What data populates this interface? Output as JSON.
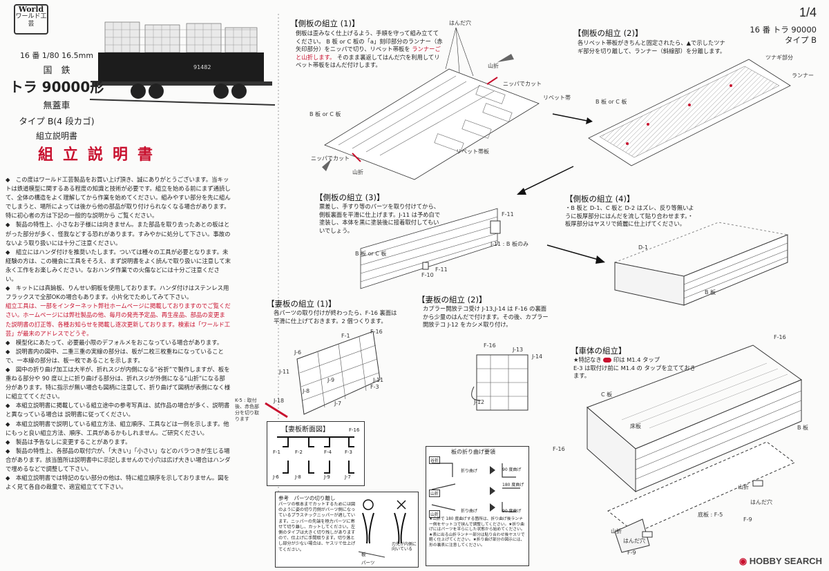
{
  "header": {
    "logo_top": "World",
    "logo_bottom": "ワールド工芸",
    "page": "1/4",
    "model_line1": "16 番 トラ 90000",
    "model_line2": "タイプ B"
  },
  "car": {
    "scale": "16 番 1/80 16.5mm",
    "railway": "国　鉄",
    "name": "トラ 90000形",
    "type": "無蓋車",
    "variant": "タイプ B(4 段カゴ)",
    "doc": "組立説明書",
    "number_plate": "91482"
  },
  "title": "組立説明書",
  "intro": [
    "◆　この度はワールド工芸製品をお買い上げ頂き、誠にありがとうございます。当キットは鉄道模型に関するある程度の知識と技術が必要です。組立を始める前にまず通読して、全体の構造をよく理解してから作業を始めてください。組みやすい部分を先に組んでしまうと、場所によっては後から他の部品が取り付けられなくなる場合があります。",
    "特に初心者の方は下記の一般的な説明から ご覧ください。",
    "◆　製品の特性上、小さなお子様には向きません。また部品を取り去ったあとの板はとがった部分が多く、怪我などする恐れがあります。すみやかに処分して下さい。事故のないよう取り扱いには十分ご注意ください。",
    "◆　組立にはハンダ付けを推奨いたします。ついては種々の工具が必要となります。未経験の方は、この機会に工具をそろえ、まず説明書をよく読んで取り扱いに注意して末永く工作をお楽しみください。なおハンダ作業での火傷などには十分ご注意ください。",
    "◆　キットには真鍮板、りんせい銅板を使用しております。ハンダ付けはステンレス用フラックスで全部OKの場合もあります。小片化でためしてみて下さい。",
    "組立工具は、一部をインターネット弊社ホームページに掲載しておりますのでご覧ください。ホームページには弊社製品の他、毎月の発売予定品、再生産品、部品の変更また説明書の訂正等、各種お知らせを掲載し逐次更新しております。検索は「ワールド工芸」が最末のアドレスでどうぞ。",
    "◆　模型化にあたって、必要最小限のデフォルメをおこなっている場合があります。",
    "◆　説明書内の図中、二重三重の実線の部分は、板が二枚三枚重ねになっていることで、一本線の部分は、板一枚であることを示します。",
    "◆　図中の折り曲げ加工は大半が、折れスジが内側になる“谷折”で製作しますが、板を重ねる部分や 90 度以上に折り曲げる部分は、折れスジが外側になる“山折”になる部分があります。特に指示が無い場合も図柄に注意して、折り曲げて図柄が表側になく様に組立ててください。",
    "◆　本組立説明書に掲載している組立途中の参考写真は、試作品の場合が多く、説明書と異なっている場合は 説明書に従ってください。",
    "◆　本組立説明書で説明している組立方法、組立順序、工具などは一例を示します。他にもっと良い組立方法、順序、工具があるかもしれません。ご研究ください。",
    "◆　製品は予告なしに変更することがあります。",
    "◆　製品の特性上、各部品の取付穴が、「大きい」「小さい」などのバラつきが生じる場合があります。該当箇所は説明書中に示記しませんので小穴は広げ大きい場合はハンダで埋めるなどで調整して下さい。",
    "◆　本組立説明書では特記のない部分の他は、特に組立順序を示しておりません。図をよく見て各自の裁量で、適宜組立てて下さい。"
  ],
  "sections": {
    "s1": {
      "title": "【側板の組立 (1)】",
      "text": [
        "側板は歪みなく仕上げるよう、手順を守って組み立ててください。",
        "B 板 or C 板の「a」刻印部分のランナー（赤矢印部分）をニッパで切り、リベット帯板を",
        "ランナーごと山折します。",
        "そのまま裏返してはんだ穴を利用してリベット帯板をはんだ付けします。"
      ],
      "labels": [
        "はんだ穴",
        "山折",
        "ニッパでカット",
        "リベット帯",
        "B 板 or C 板",
        "ニッパでカット",
        "リベット帯板",
        "山折"
      ]
    },
    "s2": {
      "title": "【側板の組立 (2)】",
      "text": "各リベット帯板がきちんと固定されたら、▲で示したツナギ部分を切り離して、ランナー（斜線部）を分離します。",
      "labels": [
        "ツナギ部分",
        "ランナー",
        "B 板 or C 板"
      ]
    },
    "s3": {
      "title": "【側板の組立 (3)】",
      "text": "票差し、手すり等のパーツを取り付けてから、側板裏面を平滑に仕上げます。J-11 は予め白で塗装し、本体を黒に塗装後に接着取付してもいいでしょう。",
      "labels": [
        "F-11",
        "J-11 : B 板のみ",
        "B 板 or C 板",
        "F-10",
        "F-11"
      ]
    },
    "s4": {
      "title": "【側板の組立 (4)】",
      "text": "・B 板と D-1、C 板と D-2 はズレ、反り等無いように板厚部分にはんだを流して貼り合わせます。・板厚部分はヤスリで綺麗に仕上げてください。",
      "labels": [
        "D-1",
        "B 板"
      ]
    },
    "s5": {
      "title": "【妻板の組立 (1)】",
      "text": "各パーツの取り付けが終わったら、F-16 裏面は平滑に仕上げておきます。2 個つくります。",
      "labels": [
        "F-1",
        "F-16",
        "J-6",
        "J-11",
        "J-9",
        "J-8",
        "J-11",
        "F-3",
        "J-7",
        "J-18",
        "K-5 : 取付後、赤色部分を切り取ります"
      ]
    },
    "s6": {
      "title": "【妻板の組立 (2)】",
      "text": "カプラー開放テコ受け J-13,J-14 は F-16 の裏面から少量のはんだで付けます。その後、カプラー開放テコ J-12 をカシメ取り付け。",
      "labels": [
        "F-16",
        "J-13",
        "J-14",
        "J-12"
      ]
    },
    "s7": {
      "title": "【車体の組立】",
      "text1": "★特記なき",
      "text2": "印は M1.4 タップ",
      "text3": "E-3 は取付け前に M1.4 の タップを立てておきます。",
      "labels": [
        "F-16",
        "C 板",
        "床板",
        "B 板",
        "F-16",
        "底板 : F-5",
        "山折",
        "はんだ穴",
        "F-9",
        "山折",
        "はんだ穴",
        "F-9"
      ]
    },
    "tsuma_section": {
      "title": "【妻板断面図】",
      "labels": [
        "F-16",
        "F-1",
        "F-2",
        "F-4",
        "F-3",
        "J-6",
        "J-8",
        "J-9",
        "J-7"
      ]
    },
    "fold": {
      "title": "板の折り曲げ要領",
      "labels": [
        "谷折",
        "折り曲げ",
        "90 度曲げ",
        "山折",
        "180 度曲げ",
        "山折",
        "折り曲げ",
        "90 度曲げ"
      ],
      "note": "★山折で 180 度曲げする箇所は、折り曲げ後ランナー側をヤットコで挟んで調整してください。★折り曲げにはパーツを平らにした状態から始めてください。★表に出る山折ランナー部分は貼り合わせ後ヤスリで軽く仕上げてください。★折り曲げ部分の図示には、形の裏表に注意してください。"
    },
    "parts_cut": {
      "title": "参考　パーツの切り離し",
      "text": "パーツの根本までカットするためには図のように姿の切り刃側がパーツ側になっているプラスチックニッパーが適しています。ニッパーの先端を極力パーツに寄せて切り離し、カットしてください。左側のタイプは大きく切り残しがありますので、仕上げに手間取ります。切り落とし部分が少ない場合は、ヤスリで仕上げてください。",
      "labels": [
        "板",
        "パーツ",
        "刃先が内側に向いている"
      ]
    }
  },
  "watermark": "HOBBY SEARCH"
}
